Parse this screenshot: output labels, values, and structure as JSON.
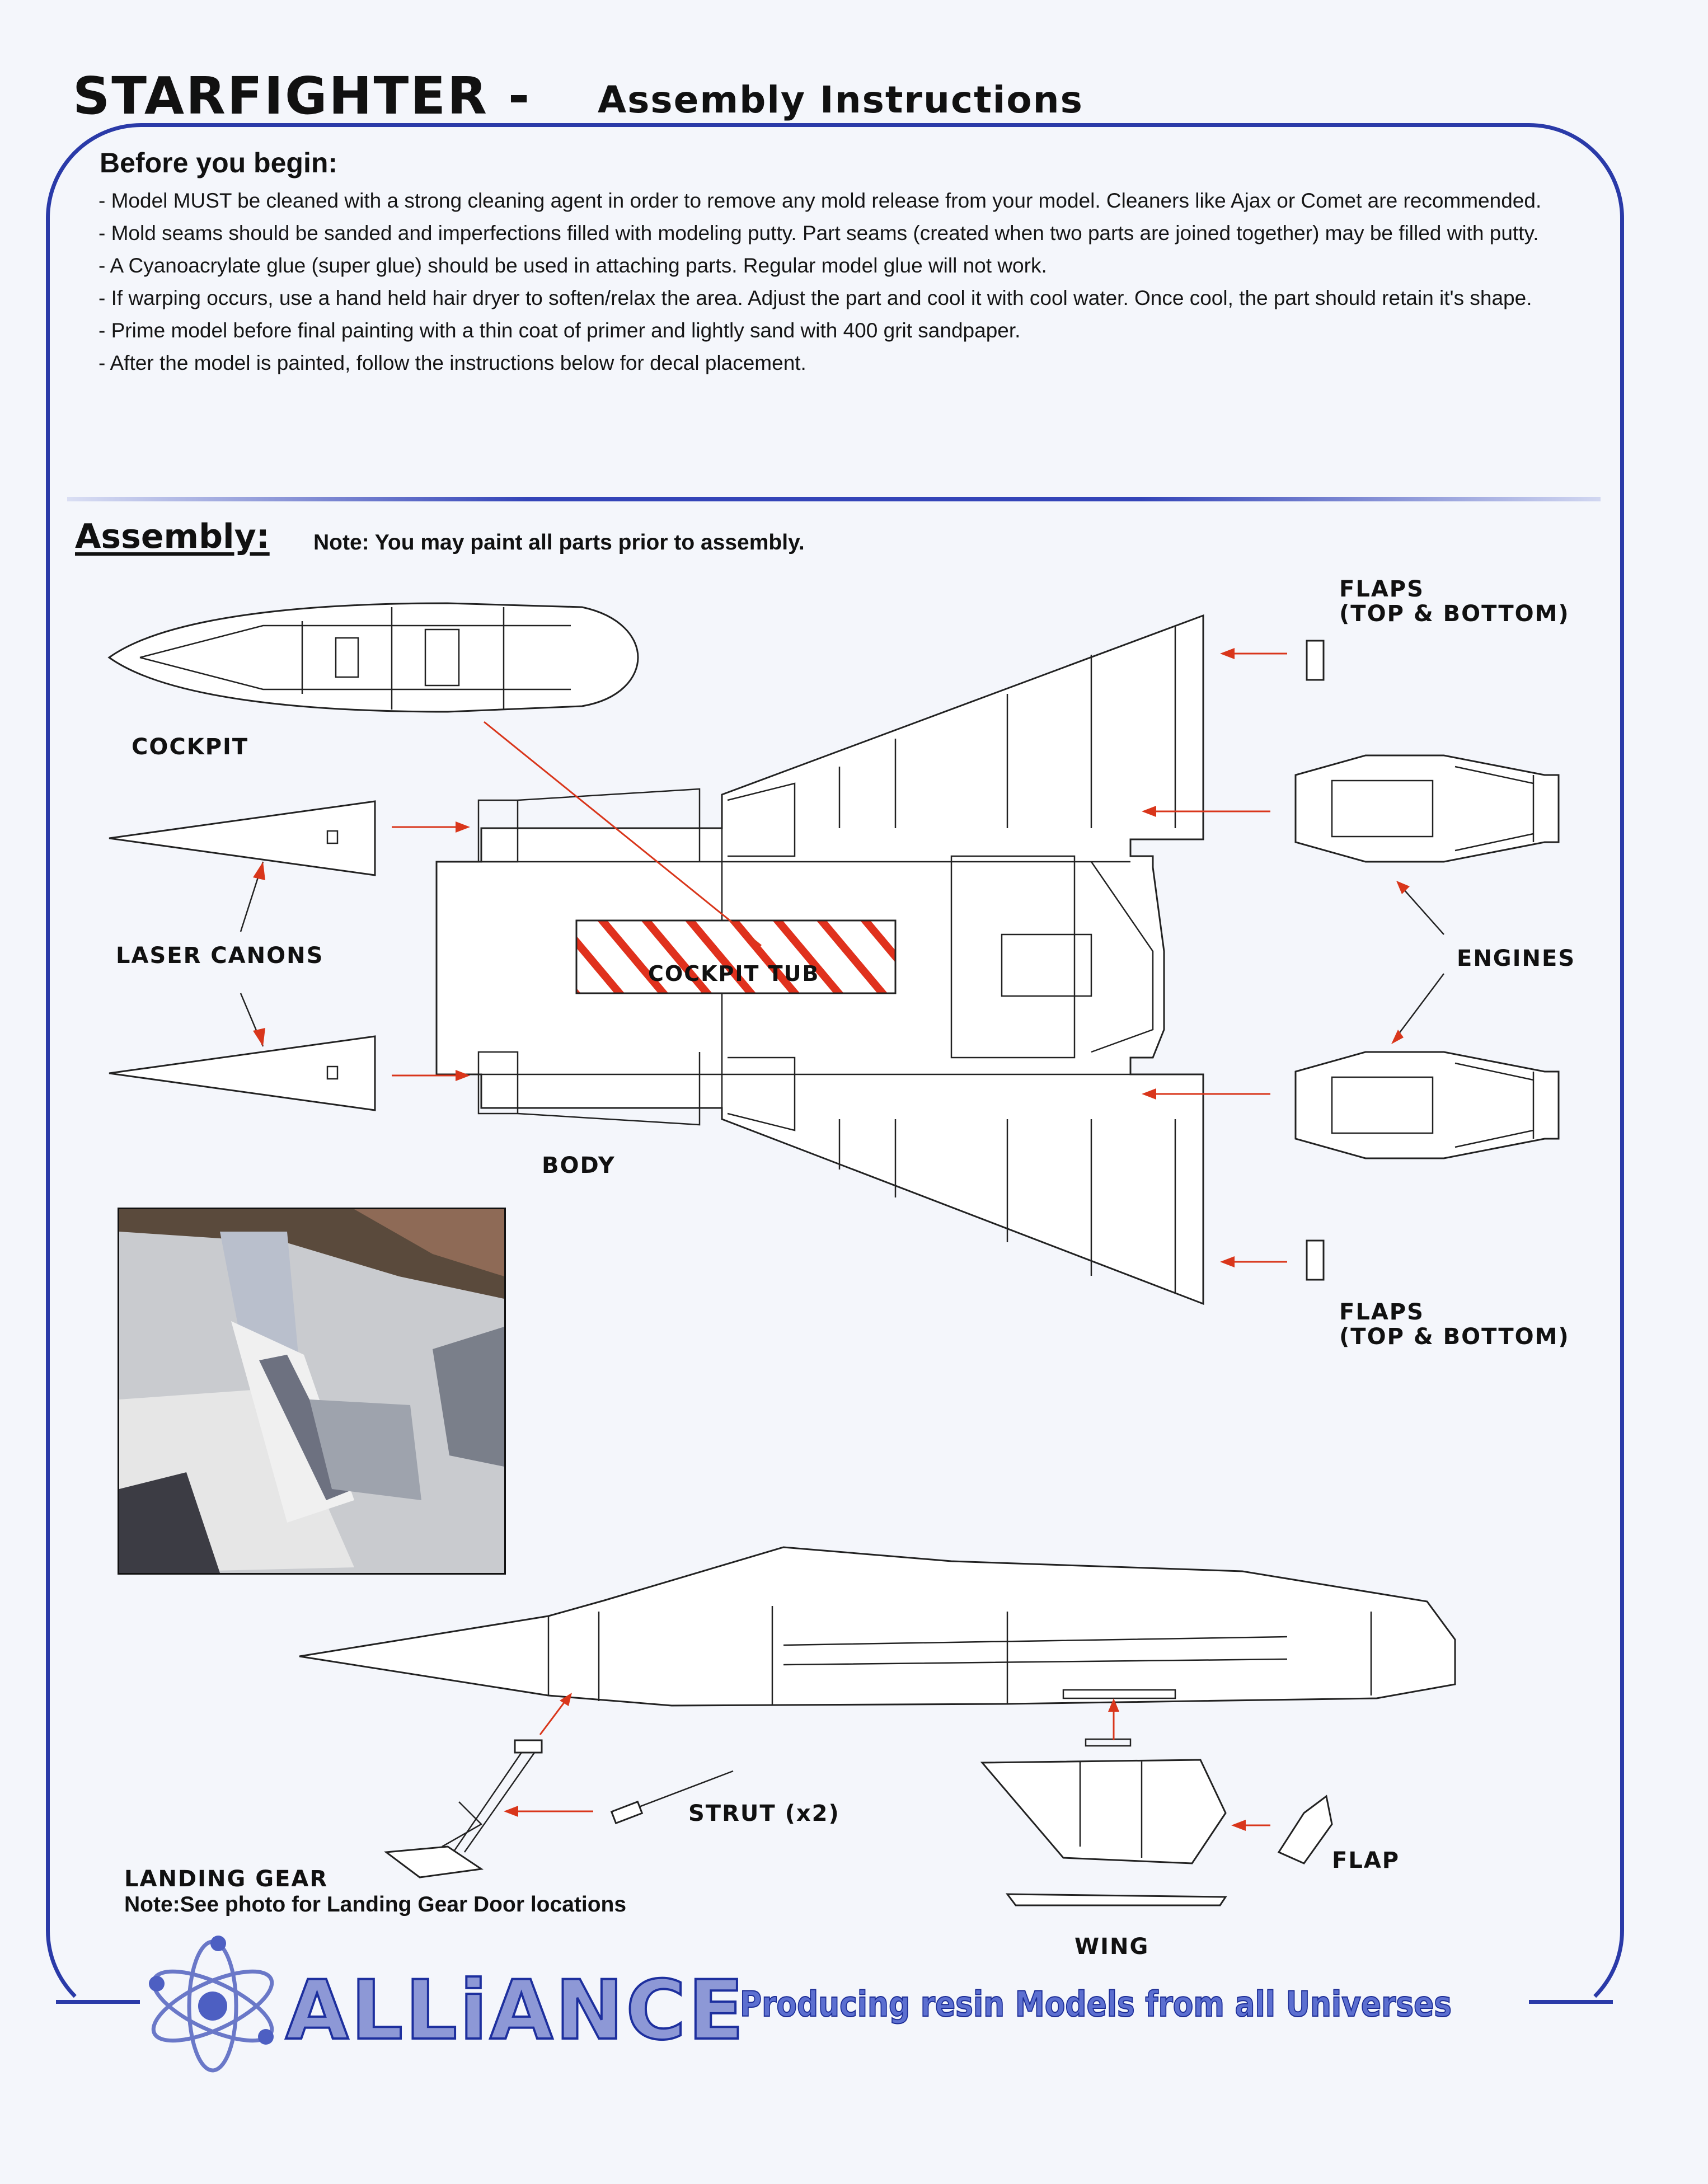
{
  "header": {
    "title": "STARFIGHTER -",
    "subtitle": "Assembly Instructions"
  },
  "prep": {
    "heading": "Before you begin:",
    "items": [
      "- Model MUST be cleaned with a strong cleaning agent in order to remove any mold release from your model.  Cleaners like Ajax or Comet are recommended.",
      "- Mold seams should be sanded and imperfections filled with modeling putty.  Part seams (created when two parts are joined together) may be filled with putty.",
      "- A Cyanoacrylate glue (super glue) should be used in attaching parts.  Regular model glue will not work.",
      "- If warping occurs, use a hand held hair dryer to soften/relax the area.  Adjust the part and cool it with cool water.  Once cool, the part should retain it's shape.",
      "- Prime model before final painting with a thin coat of primer and lightly sand with 400 grit sandpaper.",
      "- After the model is painted, follow the instructions below for decal placement."
    ]
  },
  "assembly": {
    "heading": "Assembly:",
    "note": "Note: You may paint all parts prior to assembly."
  },
  "labels": {
    "flaps_top": "FLAPS",
    "flaps_top_sub": "(TOP & BOTTOM)",
    "flaps_bottom": "FLAPS",
    "flaps_bottom_sub": "(TOP & BOTTOM)",
    "cockpit": "COCKPIT",
    "laser_canons": "LASER CANONS",
    "engines": "ENGINES",
    "cockpit_tub": "COCKPIT TUB",
    "body": "BODY",
    "strut": "STRUT (x2)",
    "flap": "FLAP",
    "landing_gear": "LANDING GEAR",
    "landing_gear_note": "Note:See photo for Landing Gear Door locations",
    "wing": "WING"
  },
  "footer": {
    "logo": "ALLiANCE",
    "tagline": "Producing resin Models from all Universes"
  },
  "colors": {
    "frame": "#2a3aa8",
    "arrow": "#d9361b",
    "logo": "#1d2f9e"
  }
}
